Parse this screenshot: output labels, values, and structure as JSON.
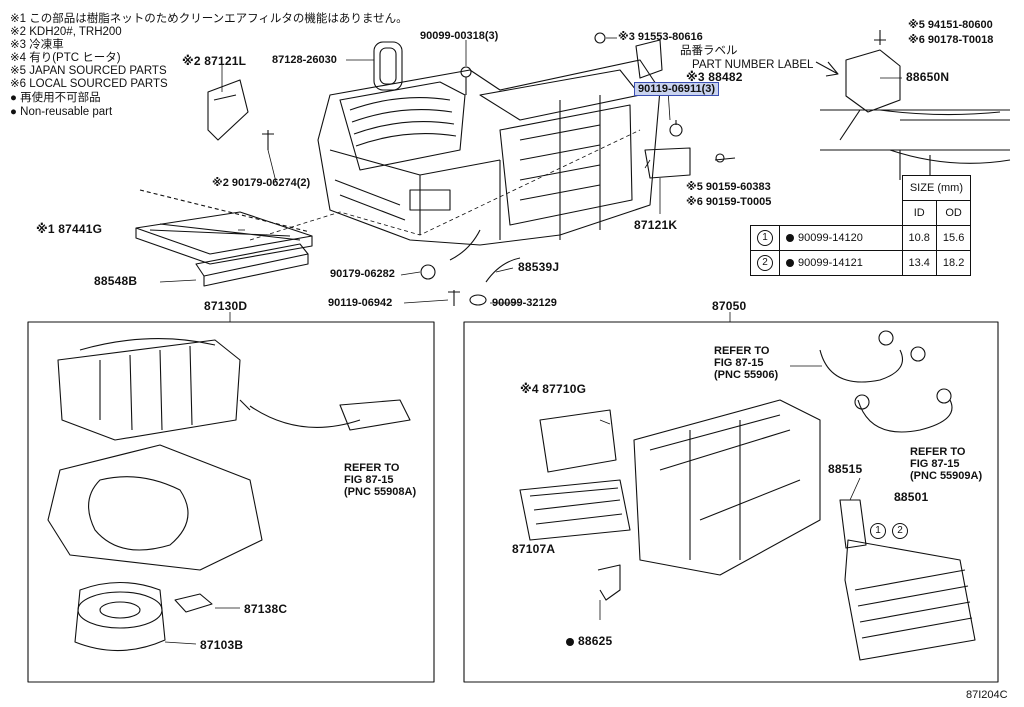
{
  "notes": [
    "※1 この部品は樹脂ネットのためクリーンエアフィルタの機能はありません。",
    "※2 KDH20#, TRH200",
    "※3 冷凍車",
    "※4 有り(PTC ヒータ)",
    "※5  JAPAN SOURCED PARTS",
    "※6  LOCAL SOURCED PARTS",
    "● 再使用不可部品",
    "● Non-reusable part"
  ],
  "labels": {
    "p87121L": "※2 87121L",
    "p87128": "87128-26030",
    "p90099_00318": "90099-00318(3)",
    "p91553": "※3 91553-80616",
    "hinban": "品番ラベル",
    "part_number_label": "PART NUMBER LABEL",
    "p88482": "※3 88482",
    "p90119_06911": "90119-06911(3)",
    "p94151": "※5 94151-80600",
    "p90178": "※6 90178-T0018",
    "p88650N": "88650N",
    "p90179_06274": "※2 90179-06274(2)",
    "p90159_60383": "※5 90159-60383",
    "p90159_T0005": "※6 90159-T0005",
    "p87121K": "87121K",
    "p87441G": "※1 87441G",
    "p88548B": "88548B",
    "p90179_06282": "90179-06282",
    "p88539J": "88539J",
    "p90119_06942": "90119-06942",
    "p90099_32129": "90099-32129",
    "p87130D": "87130D",
    "p87050": "87050",
    "refer1": [
      "REFER TO",
      "FIG 87-15",
      "(PNC 55908A)"
    ],
    "refer2": [
      "REFER TO",
      "FIG 87-15",
      "(PNC 55906)"
    ],
    "refer3": [
      "REFER TO",
      "FIG 87-15",
      "(PNC 55909A)"
    ],
    "p87710G": "※4 87710G",
    "p87107A": "87107A",
    "p88515": "88515",
    "p88501": "88501",
    "p87138C": "87138C",
    "p87103B": "87103B",
    "p88625": "88625",
    "circle1": "1",
    "circle2": "2",
    "figure_code": "87I204C"
  },
  "size_table": {
    "header": "SIZE (mm)",
    "col_id": "ID",
    "col_od": "OD",
    "rows": [
      {
        "num": "1",
        "part": "90099-14120",
        "id": "10.8",
        "od": "15.6"
      },
      {
        "num": "2",
        "part": "90099-14121",
        "id": "13.4",
        "od": "18.2"
      }
    ]
  },
  "colors": {
    "highlight_fill": "#c9d3ef",
    "highlight_border": "#3b4fb4",
    "line": "#111111"
  }
}
